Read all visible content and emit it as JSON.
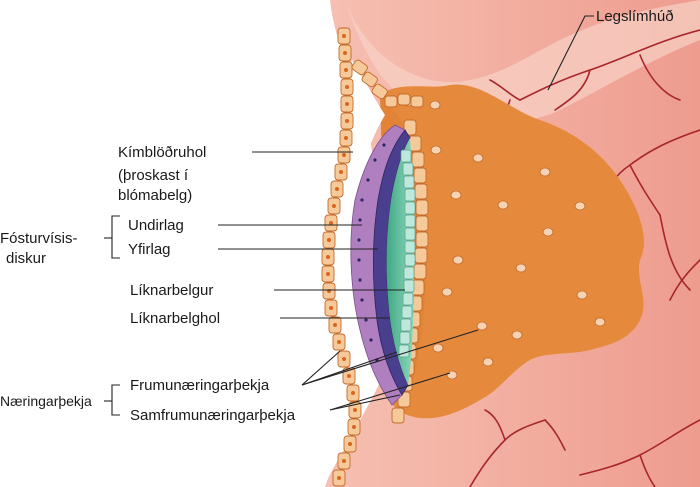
{
  "labels": {
    "endometrium": "Legslímhúð",
    "yolk_sac_1": "Kímblöðruhol",
    "yolk_sac_2": "(þroskast í",
    "yolk_sac_3": "blómabelg)",
    "hypoblast": "Undirlag",
    "epiblast": "Yfirlag",
    "embryonic_disc_1": "Fósturvísis-",
    "embryonic_disc_2": "diskur",
    "amnion": "Líknarbelgur",
    "amniotic_cavity": "Líknarbelghol",
    "trophoblast": "Næringarþekja",
    "cytotrophoblast": "Frumunæringarþekja",
    "syncytiotrophoblast": "Samfrumunæringarþekja"
  },
  "colors": {
    "endometrium": "#f2a898",
    "endometrium_light": "#f7c4b6",
    "vessel": "#a8262c",
    "syncytio": "#e58a3c",
    "cyto_cell": "#f6c99a",
    "cyto_nucleus": "#d9661e",
    "hypoblast": "#b07fc0",
    "epiblast": "#4a3f8f",
    "amnion": "#bfe8dc",
    "amniotic_cavity": "#5fbf9d",
    "cavity": "#ffffff"
  }
}
